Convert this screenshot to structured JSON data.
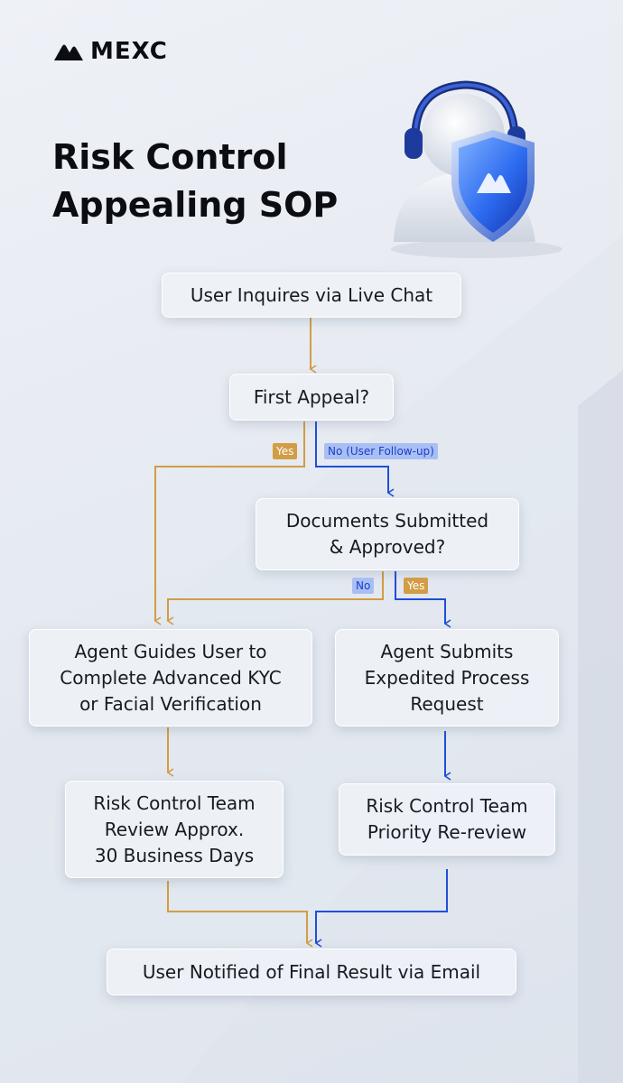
{
  "brand": {
    "name": "MEXC"
  },
  "title": {
    "line1": "Risk Control",
    "line2": "Appealing SOP"
  },
  "colors": {
    "gold": "#d29d45",
    "blue": "#1f4fd8",
    "text": "#0b0d12"
  },
  "flow": {
    "start": "User Inquires via Live Chat",
    "decision_first": "First Appeal?",
    "label_yes_first": "Yes",
    "label_no_first": "No (User Follow-up)",
    "decision_docs": "Documents Submitted\n& Approved?",
    "label_no_docs": "No",
    "label_yes_docs": "Yes",
    "agent_guides": "Agent Guides User to\nComplete Advanced KYC\nor Facial Verification",
    "agent_submits": "Agent Submits\nExpedited Process\nRequest",
    "review_30": "Risk Control Team\nReview Approx.\n30 Business Days",
    "priority_review": "Risk Control Team\nPriority Re-review",
    "final": "User Notified of Final Result via Email"
  }
}
